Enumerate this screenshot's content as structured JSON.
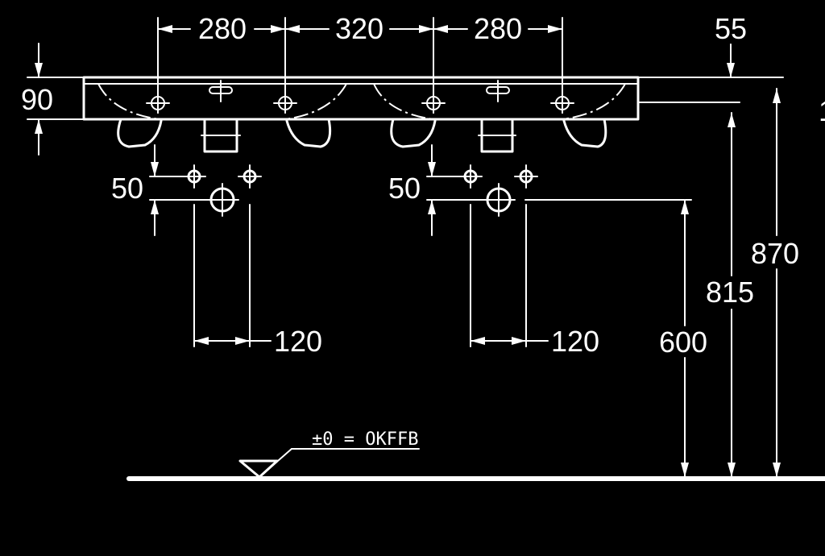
{
  "drawing": {
    "top_dimensions": [
      "280",
      "320",
      "280",
      "55"
    ],
    "left_height": "90",
    "bracket_offsets": [
      "50",
      "50"
    ],
    "bracket_widths": [
      "120",
      "120"
    ],
    "heights": [
      "600",
      "815",
      "870"
    ],
    "edge_fragment": "1",
    "floor_reference": "±0 = OKFFB",
    "colors": {
      "background": "#000000",
      "lines": "#ffffff"
    }
  }
}
